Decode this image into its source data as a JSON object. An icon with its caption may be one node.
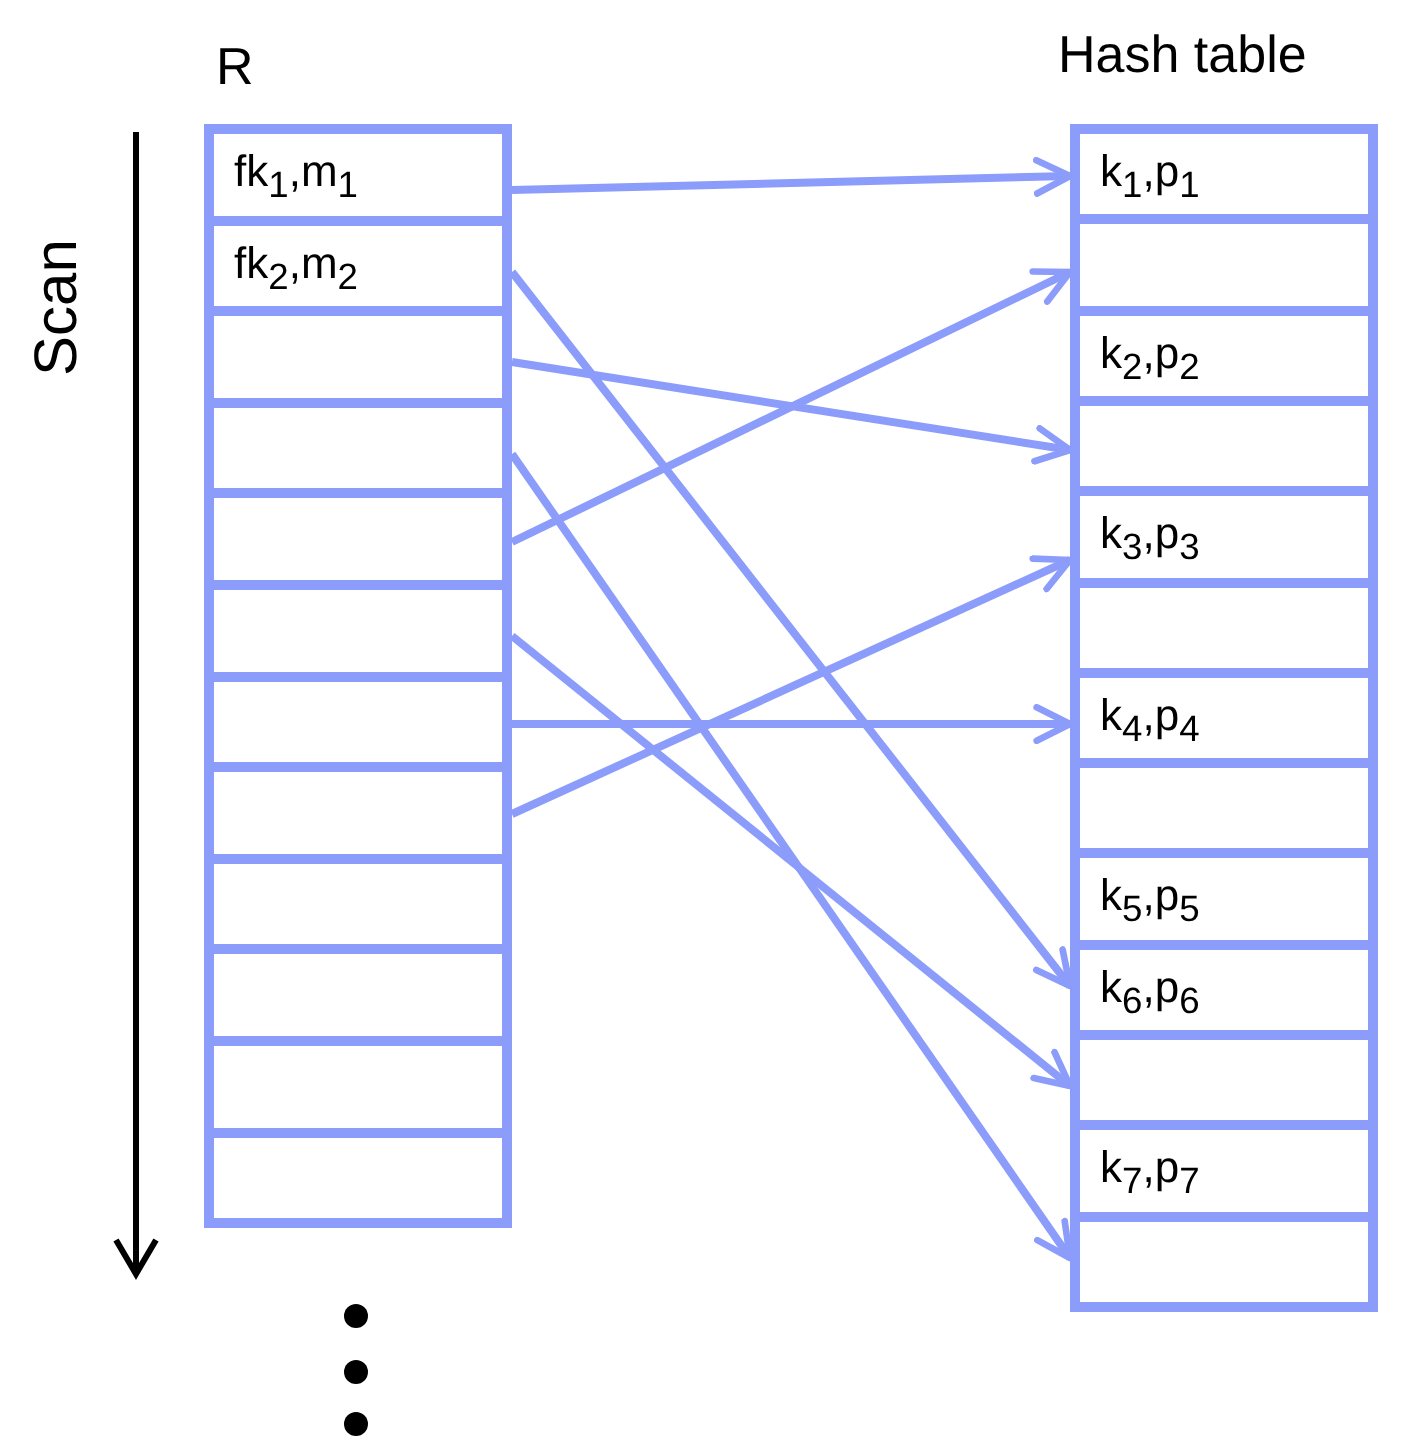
{
  "diagram": {
    "nodes": [
      {
        "text": [
          "fk$_{1}$,m$_{1}$"
        ]
      },
      {
        "text": [
          "fk$_{2}$,m$_{2}$"
        ]
      },
      {
        "text": [],
        "shape": "box"
      },
      {
        "text": [],
        "shape": "box"
      },
      {
        "text": [],
        "shape": "box"
      },
      {
        "text": [],
        "shape": "box"
      },
      {
        "text": [],
        "shape": "box"
      },
      {
        "text": [],
        "shape": "box"
      },
      {
        "text": [],
        "shape": "box"
      },
      {
        "text": [],
        "shape": "box"
      },
      {
        "text": [],
        "shape": "box"
      },
      {
        "text": [],
        "shape": "box"
      },
      {
        "text": [
          "k$_{1}$,p$_{1}$"
        ]
      },
      {
        "text": [],
        "shape": "box"
      },
      {
        "text": [
          "k$_{2}$,p$_{2}$"
        ]
      },
      {
        "text": [],
        "shape": "box"
      },
      {
        "text": [
          "k$_{3}$,p$_{3}$"
        ]
      },
      {
        "text": [],
        "shape": "box"
      },
      {
        "text": [
          "k$_{4}$,p$_{4}$"
        ]
      },
      {
        "text": [],
        "shape": "box"
      },
      {
        "text": [
          "k$_{5}$,p$_{5}$"
        ]
      },
      {
        "text": [
          "k$_{6}$,p$_{6}$"
        ]
      },
      {
        "text": [],
        "shape": "box"
      },
      {
        "text": [
          "k$_{7}$,p$_{7}$"
        ]
      },
      {
        "text": [],
        "shape": "box"
      }
    ],
    "edges": [
      {
        "from": 0,
        "to": 12,
        "arrow": "to"
      },
      {
        "from": 1,
        "to": 21,
        "arrow": "to"
      },
      {
        "from": 2,
        "to": 15,
        "arrow": "to"
      },
      {
        "from": 3,
        "to": 24,
        "arrow": "to"
      },
      {
        "from": 4,
        "to": 13,
        "arrow": "to"
      },
      {
        "from": 5,
        "to": 22,
        "arrow": "to"
      },
      {
        "from": 6,
        "to": 18,
        "arrow": "to"
      },
      {
        "from": 7,
        "to": 16,
        "arrow": "to"
      }
    ],
    "labels": [
      "R",
      "Hash table",
      "Scan"
    ]
  }
}
